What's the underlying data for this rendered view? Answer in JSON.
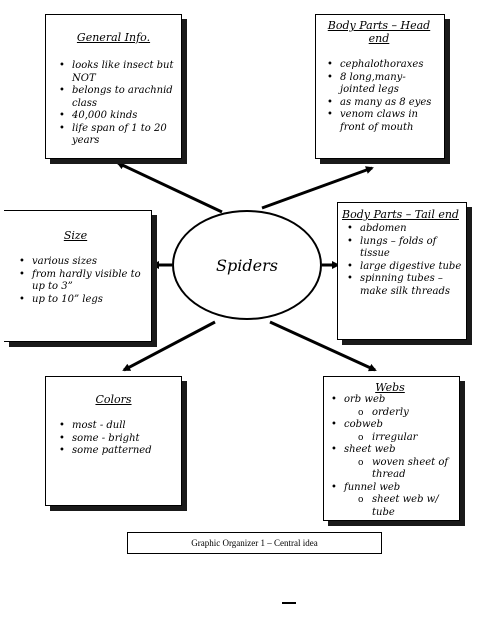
{
  "center": {
    "label": "Spiders"
  },
  "boxes": {
    "general": {
      "title": "General Info.",
      "items": [
        "looks like insect but NOT",
        "belongs to arachnid class",
        "40,000 kinds",
        "life span of 1 to 20 years"
      ]
    },
    "head": {
      "title": "Body Parts – Head end",
      "items": [
        "cephalothoraxes",
        "8 long,many-jointed legs",
        "as many as 8 eyes",
        "venom claws in front of mouth"
      ]
    },
    "size": {
      "title": "Size",
      "items": [
        "various sizes",
        "from hardly visible to up to 3”",
        "up to 10” legs"
      ]
    },
    "tail": {
      "title": "Body Parts – Tail end",
      "items": [
        "abdomen",
        "lungs – folds of tissue",
        "large digestive tube",
        "spinning tubes – make  silk threads"
      ]
    },
    "colors": {
      "title": "Colors",
      "items": [
        "most - dull",
        "some - bright",
        "some patterned"
      ]
    },
    "webs": {
      "title": "Webs",
      "items": [
        {
          "label": "orb web",
          "sub": "orderly"
        },
        {
          "label": "cobweb",
          "sub": "irregular"
        },
        {
          "label": "sheet web",
          "sub": "woven sheet of thread"
        },
        {
          "label": "funnel web",
          "sub": "sheet web w/ tube"
        }
      ]
    }
  },
  "caption": "Graphic Organizer 1 – Central idea",
  "colors": {
    "line": "#000000",
    "shadow": "#1a1a1a",
    "background": "#ffffff"
  }
}
